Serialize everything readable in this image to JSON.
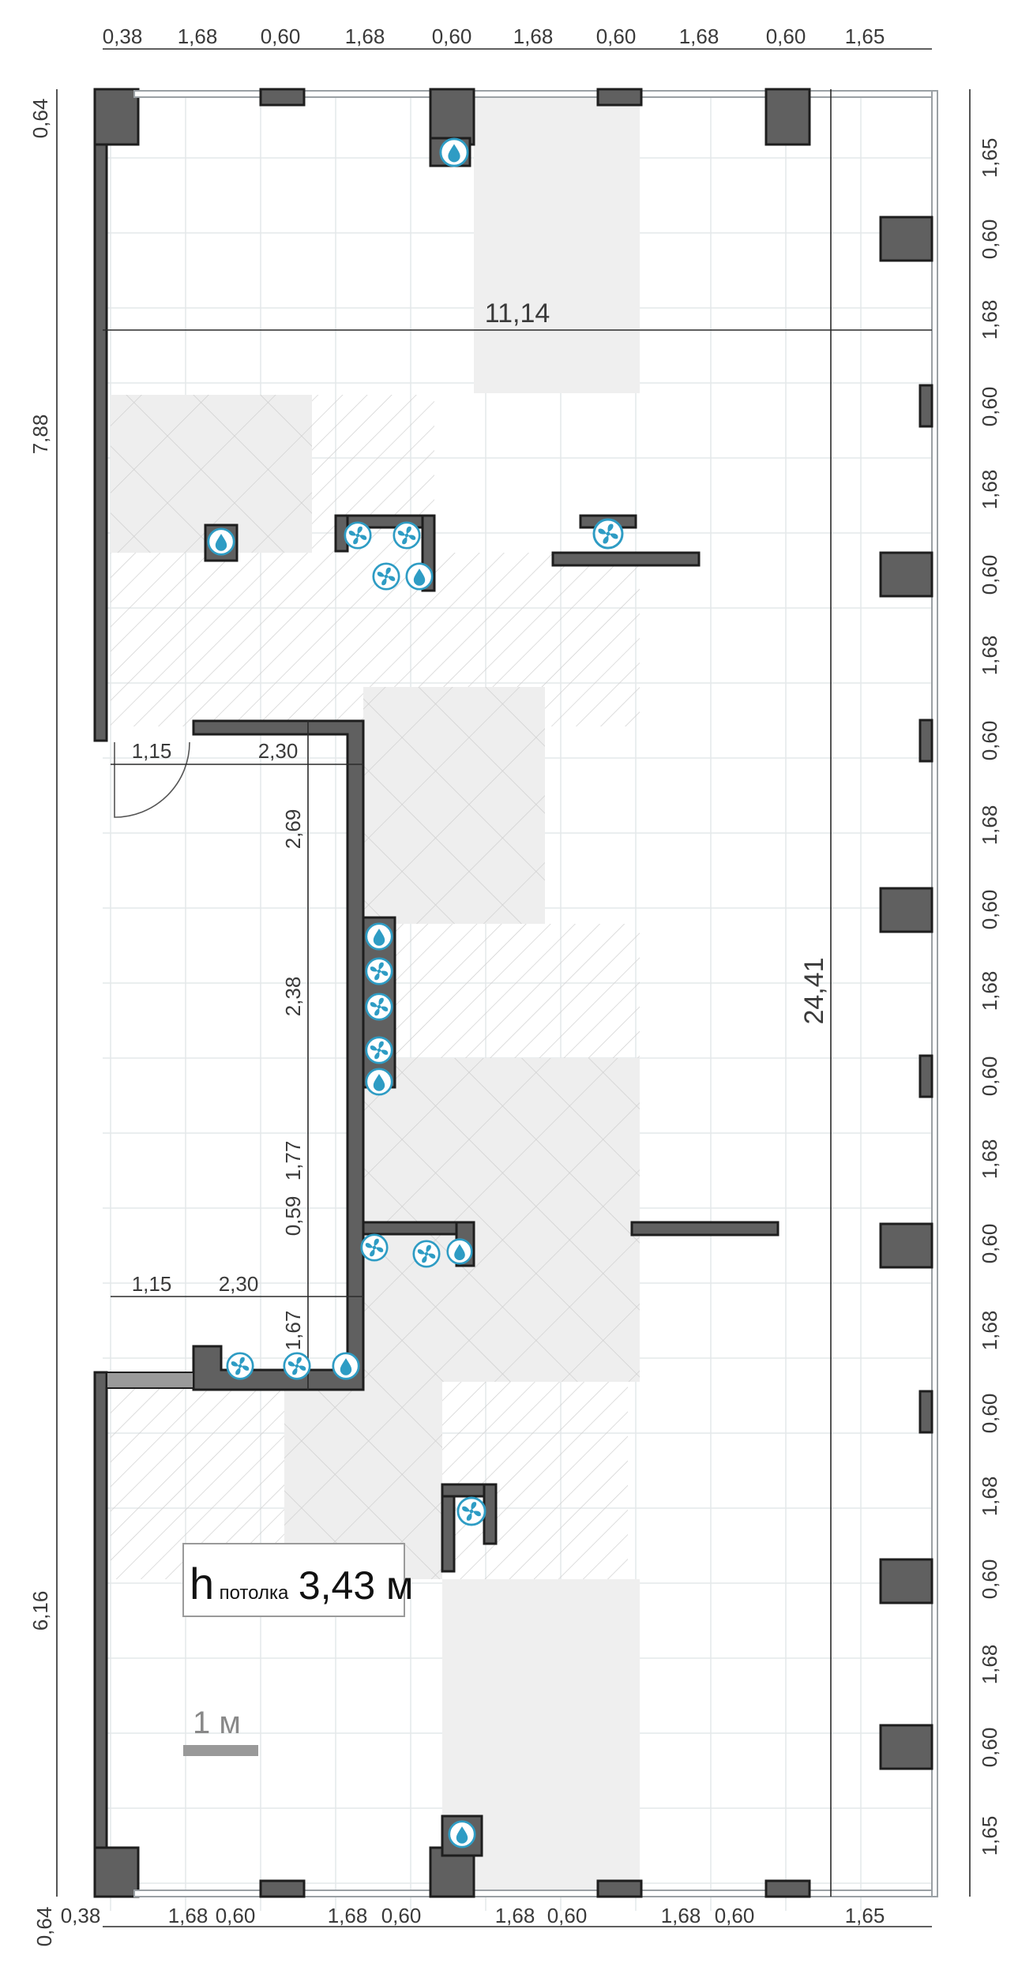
{
  "plan": {
    "top_dimensions": [
      "0,38",
      "1,68",
      "0,60",
      "1,68",
      "0,60",
      "1,68",
      "0,60",
      "1,68",
      "0,60",
      "1,65"
    ],
    "bottom_dimensions": [
      "0,64",
      "0,38",
      "1,68",
      "0,60",
      "1,68",
      "0,60",
      "1,68",
      "0,60",
      "1,68",
      "0,60",
      "1,65"
    ],
    "right_dimensions": [
      "1,65",
      "0,60",
      "1,68",
      "0,60",
      "1,68",
      "0,60",
      "1,68",
      "0,60",
      "1,68",
      "0,60",
      "1,68",
      "0,60",
      "1,68",
      "0,60",
      "1,68",
      "0,60",
      "1,68",
      "0,60",
      "1,68",
      "0,60",
      "1,65"
    ],
    "left_dimensions": [
      "0,64",
      "7,88",
      "6,16",
      "0,64"
    ],
    "inner_dimensions": [
      "1,15",
      "2,30",
      "2,69",
      "2,38",
      "1,77",
      "0,59",
      "1,15",
      "2,30",
      "1,67"
    ],
    "overall_width": "11,14",
    "overall_length": "24,41",
    "ceiling_label": {
      "h": "h",
      "sub": "потолка",
      "value": "3,43 м"
    },
    "scale_label": "1 м",
    "icons": {
      "fan": "fan-icon",
      "water": "water-drop-icon"
    },
    "colors": {
      "wall": "#606060",
      "icon": "#2e9cc4",
      "shade": "#efefef",
      "grid": "#e4e8ea"
    }
  }
}
